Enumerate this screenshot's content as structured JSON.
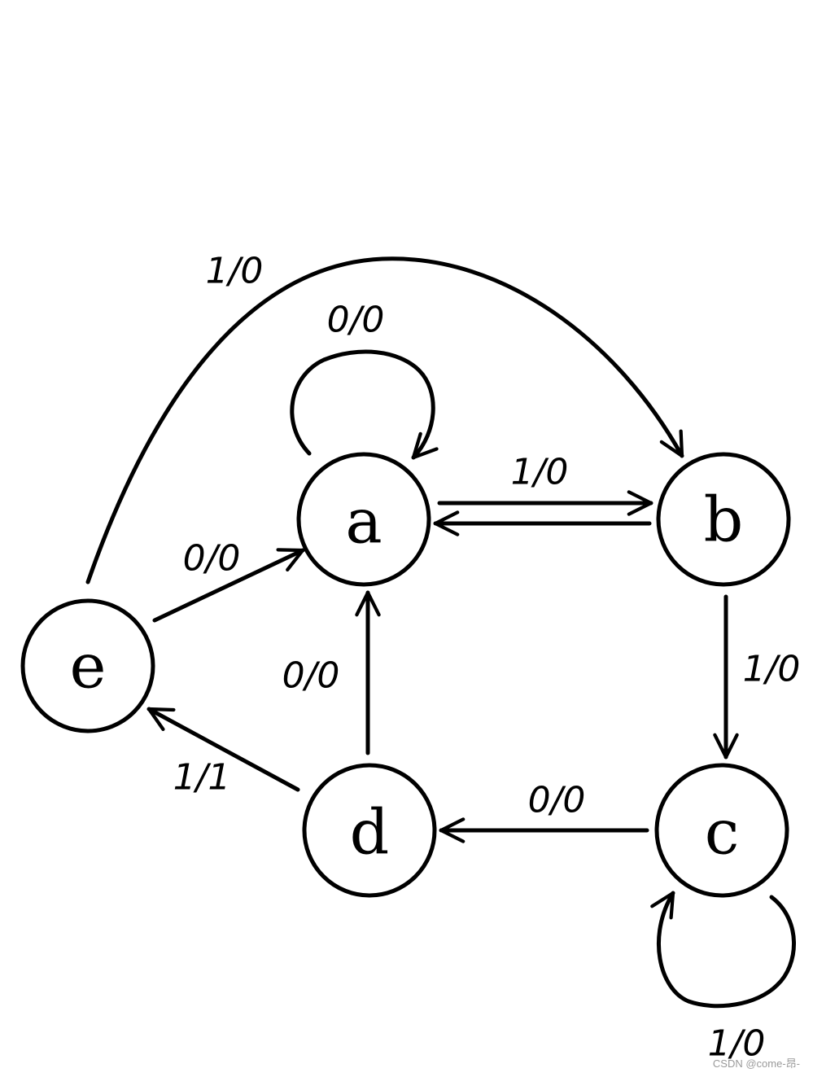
{
  "nodes": {
    "a": "a",
    "b": "b",
    "c": "c",
    "d": "d",
    "e": "e"
  },
  "edges": {
    "e_to_b": "1/0",
    "a_self": "0/0",
    "a_to_b": "1/0",
    "e_to_a": "0/0",
    "b_to_c": "1/0",
    "d_to_a": "0/0",
    "d_to_e": "1/1",
    "c_to_d": "0/0",
    "c_self": "1/0"
  },
  "watermark": "CSDN @come-昂-"
}
